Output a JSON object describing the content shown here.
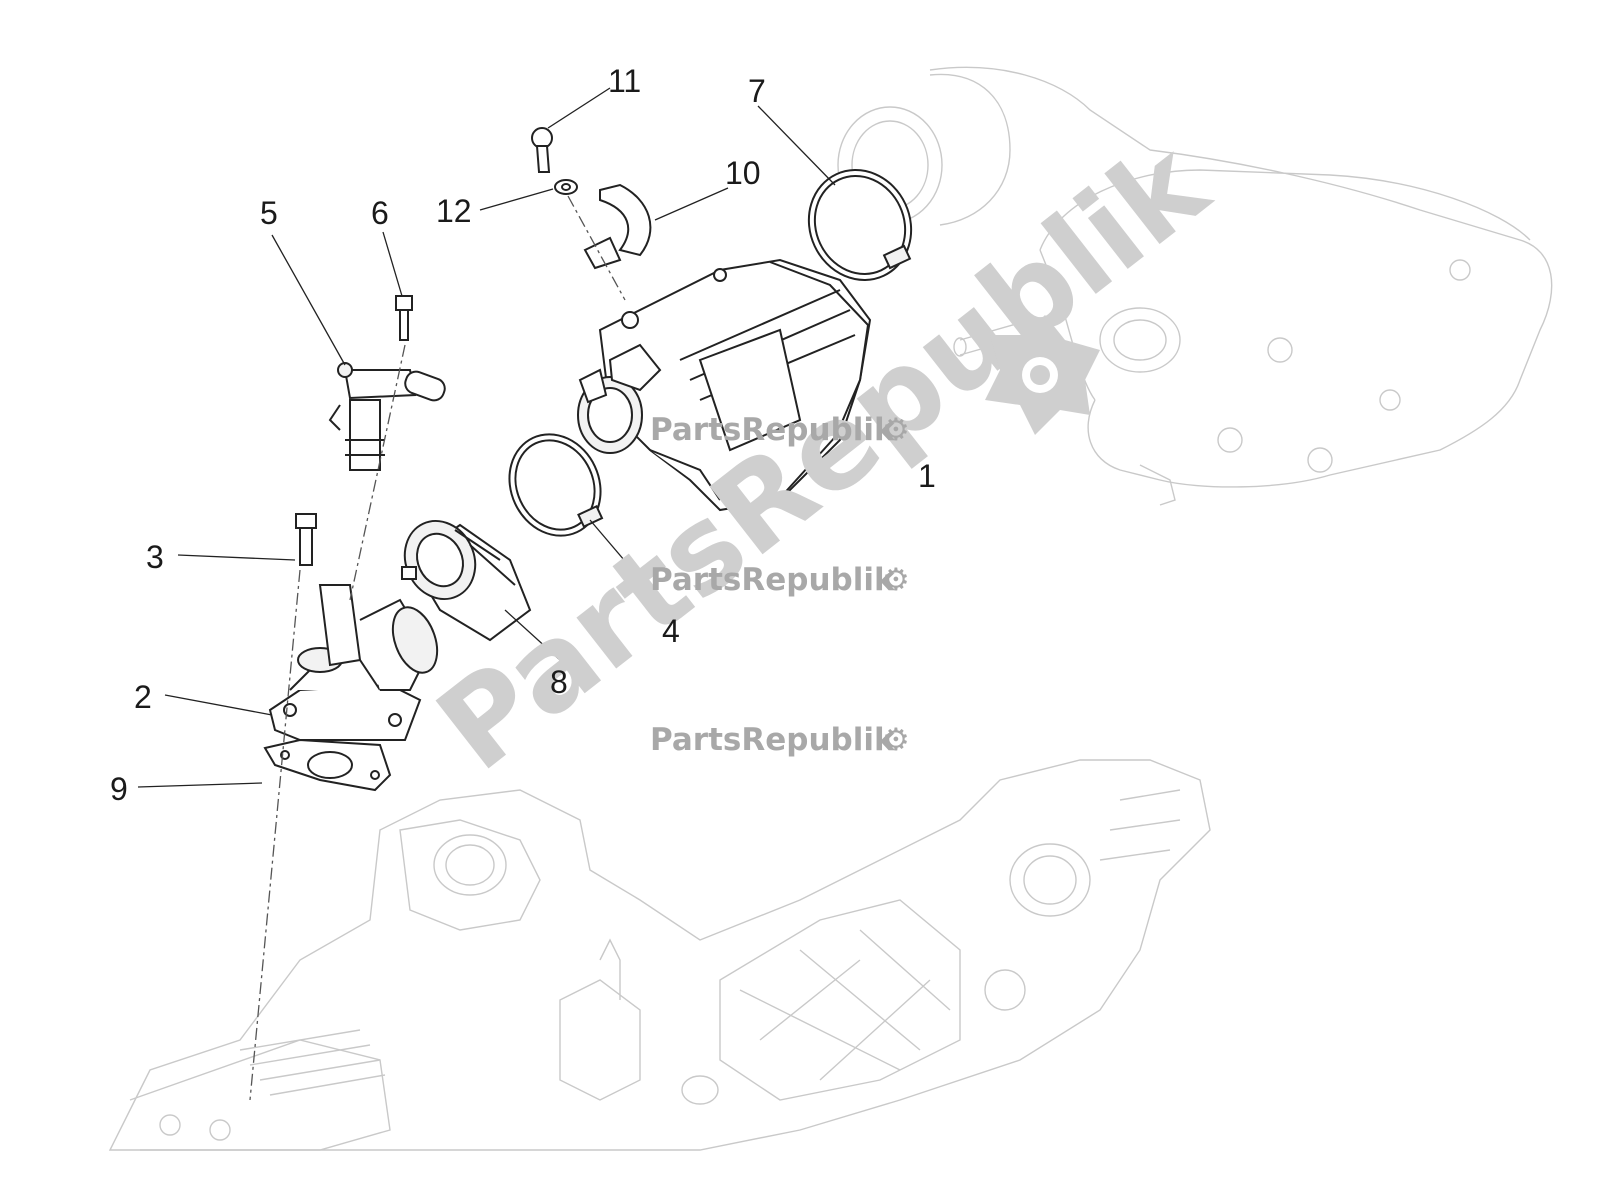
{
  "watermark": {
    "brand_small": "PartsRepublik",
    "brand_large": "PartsRepublik"
  },
  "callouts": [
    "1",
    "2",
    "3",
    "4",
    "5",
    "6",
    "7",
    "8",
    "9",
    "10",
    "11",
    "12"
  ],
  "icons": {
    "watermark_icon": "gear-icon"
  },
  "colors": {
    "line": "#222222",
    "ghost_line": "#c9c9c9",
    "watermark": "#a8a8a8"
  }
}
